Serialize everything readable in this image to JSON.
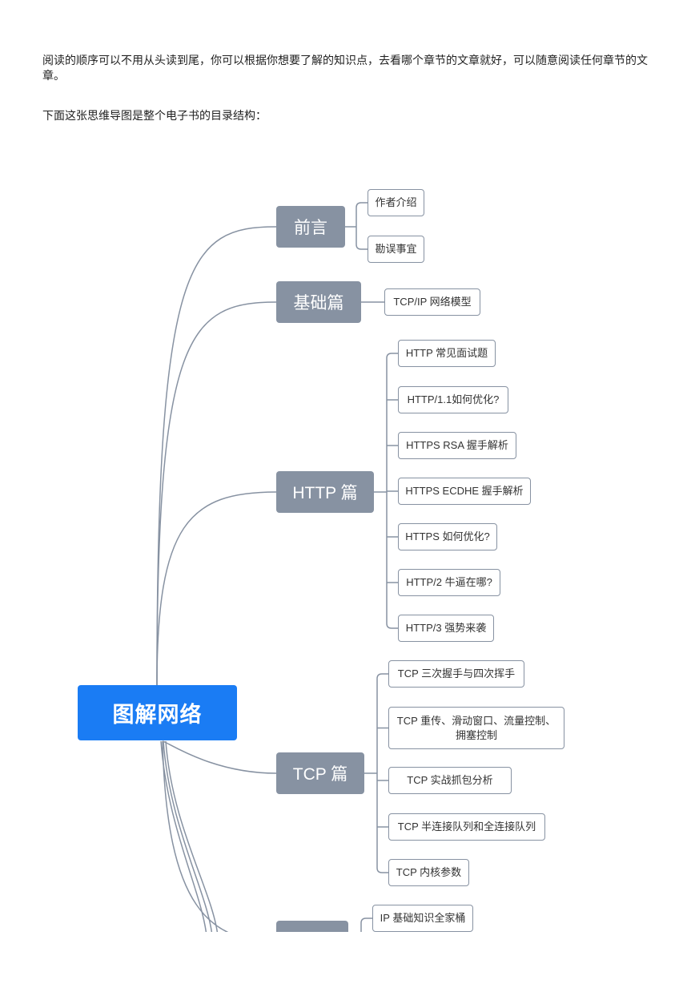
{
  "intro": {
    "paragraph1": "阅读的顺序可以不用从头读到尾，你可以根据你想要了解的知识点，去看哪个章节的文章就好，可以随意阅读任何章节的文章。",
    "paragraph2": "下面这张思维导图是整个电子书的目录结构："
  },
  "mindmap": {
    "root": "图解网络",
    "branches": [
      {
        "label": "前言",
        "leaves": [
          "作者介绍",
          "勘误事宜"
        ]
      },
      {
        "label": "基础篇",
        "leaves": [
          "TCP/IP 网络模型"
        ]
      },
      {
        "label": "HTTP 篇",
        "leaves": [
          "HTTP 常见面试题",
          "HTTP/1.1如何优化?",
          "HTTPS RSA 握手解析",
          "HTTPS ECDHE 握手解析",
          "HTTPS 如何优化?",
          "HTTP/2 牛逼在哪?",
          "HTTP/3 强势来袭"
        ]
      },
      {
        "label": "TCP 篇",
        "leaves": [
          "TCP 三次握手与四次挥手",
          "TCP 重传、滑动窗口、流量控制、拥塞控制",
          "TCP 实战抓包分析",
          "TCP 半连接队列和全连接队列",
          "TCP 内核参数"
        ]
      },
      {
        "label": "",
        "leaves": [
          "IP 基础知识全家桶"
        ]
      }
    ]
  },
  "colors": {
    "root": "#1a7cf4",
    "branch": "#8792a2",
    "connector": "#8792a2"
  }
}
